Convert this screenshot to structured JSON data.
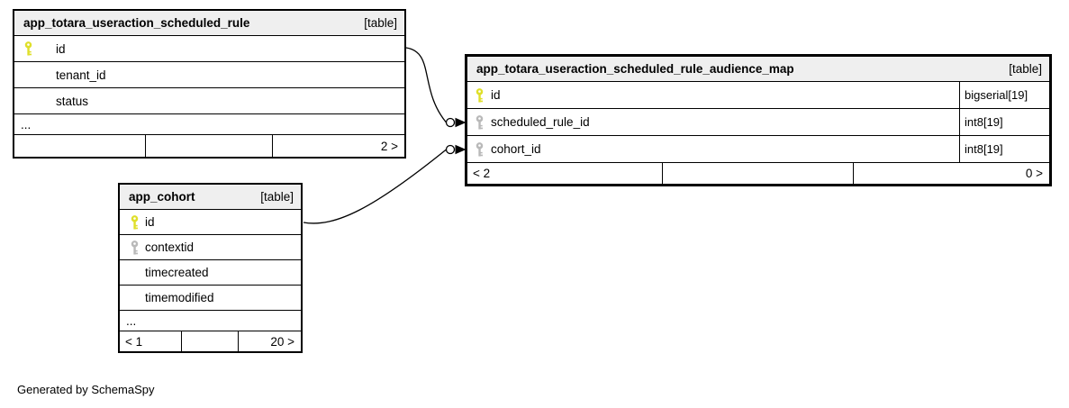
{
  "diagram": {
    "credit": "Generated by SchemaSpy",
    "colors": {
      "header_bg": "#efefef",
      "border": "#000000",
      "primary_key": "#dfdf2a",
      "foreign_key": "#b9b9b9",
      "background": "#ffffff"
    }
  },
  "tables": [
    {
      "name": "app_totara_useraction_scheduled_rule",
      "tag": "[table]",
      "columns": [
        {
          "label": "id",
          "key": "primary"
        },
        {
          "label": "tenant_id",
          "key": "none"
        },
        {
          "label": "status",
          "key": "none"
        }
      ],
      "ellipsis": "...",
      "footer": {
        "parents": "",
        "middle": "",
        "children": "2 >"
      }
    },
    {
      "name": "app_totara_useraction_scheduled_rule_audience_map",
      "tag": "[table]",
      "columns": [
        {
          "label": "id",
          "type": "bigserial[19]",
          "key": "primary"
        },
        {
          "label": "scheduled_rule_id",
          "type": "int8[19]",
          "key": "foreign"
        },
        {
          "label": "cohort_id",
          "type": "int8[19]",
          "key": "foreign"
        }
      ],
      "footer": {
        "parents": "< 2",
        "middle": "",
        "children": "0 >"
      }
    },
    {
      "name": "app_cohort",
      "tag": "[table]",
      "columns": [
        {
          "label": "id",
          "key": "primary"
        },
        {
          "label": "contextid",
          "key": "foreign"
        },
        {
          "label": "timecreated",
          "key": "none"
        },
        {
          "label": "timemodified",
          "key": "none"
        }
      ],
      "ellipsis": "...",
      "footer": {
        "parents": "< 1",
        "middle": "",
        "children": "20 >"
      }
    }
  ],
  "relations": [
    {
      "from_table": "app_totara_useraction_scheduled_rule",
      "from_column": "id",
      "to_table": "app_totara_useraction_scheduled_rule_audience_map",
      "to_column": "scheduled_rule_id"
    },
    {
      "from_table": "app_cohort",
      "from_column": "id",
      "to_table": "app_totara_useraction_scheduled_rule_audience_map",
      "to_column": "cohort_id"
    }
  ]
}
